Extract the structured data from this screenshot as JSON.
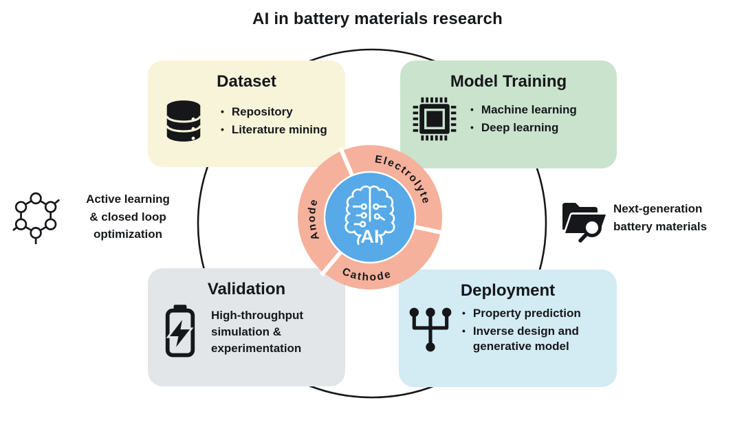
{
  "title": "AI in battery materials research",
  "colors": {
    "dataset_bg": "#f8f4d9",
    "model_training_bg": "#cae3cd",
    "validation_bg": "#e2e6e8",
    "deployment_bg": "#d3ebf3",
    "ring_salmon": "#f5b19b",
    "core_blue": "#57a9e8",
    "ink": "#15171a"
  },
  "cards": {
    "dataset": {
      "title": "Dataset",
      "icon": "database-icon",
      "items": [
        "Repository",
        "Literature mining"
      ]
    },
    "model_training": {
      "title": "Model Training",
      "icon": "chip-icon",
      "items": [
        "Machine learning",
        "Deep learning"
      ]
    },
    "validation": {
      "title": "Validation",
      "icon": "battery-icon",
      "text": "High-throughput simulation & experimentation"
    },
    "deployment": {
      "title": "Deployment",
      "icon": "tree-icon",
      "items": [
        "Property prediction",
        "Inverse design and generative model"
      ]
    }
  },
  "center": {
    "ai_label": "AI",
    "segments": [
      "Anode",
      "Electrolyte",
      "Cathode"
    ]
  },
  "annotations": {
    "left": {
      "icon": "molecule-icon",
      "lines": [
        "Active learning",
        "& closed loop",
        "optimization"
      ]
    },
    "right": {
      "icon": "folder-search-icon",
      "lines": [
        "Next-generation",
        "battery materials"
      ]
    }
  }
}
